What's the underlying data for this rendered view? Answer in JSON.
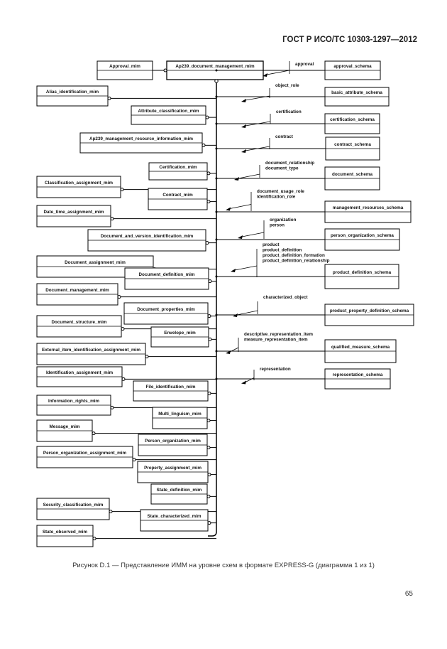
{
  "header": "ГОСТ Р ИСО/ТС 10303-1297—2012",
  "caption": "Рисунок D.1 — Представление ИММ на уровне схем в формате EXPRESS-G (диаграмма 1 из 1)",
  "page_number": "65",
  "main_schema": "Ap239_document_management_mim",
  "approval_mim": "Approval_mim",
  "left_schemas": [
    "Alias_identification_mim",
    "Attribute_classification_mim",
    "Ap239_management_resource_information_mim",
    "Certification_mim",
    "Classification_assignment_mim",
    "Contract_mim",
    "Date_time_assignment_mim",
    "Document_and_version_identification_mim",
    "Document_assignment_mim",
    "Document_definition_mim",
    "Document_management_mim",
    "Document_properties_mim",
    "Document_structure_mim",
    "Envelope_mim",
    "External_item_identification_assignment_mim",
    "Identification_assignment_mim",
    "File_identification_mim",
    "Information_rights_mim",
    "Multi_linguism_mim",
    "Message_mim",
    "Person_organization_mim",
    "Person_organization_assignment_mim",
    "Property_assignment_mim",
    "State_definition_mim",
    "Security_classification_mim",
    "State_characterized_mim",
    "State_observed_mim"
  ],
  "right_schemas": [
    "approval_schema",
    "basic_attribute_schema",
    "certification_schema",
    "contract_schema",
    "document_schema",
    "management_resources_schema",
    "person_organization_schema",
    "product_definition_schema",
    "product_property_definition_schema",
    "qualified_measure_schema",
    "representation_schema"
  ],
  "relation_labels": [
    [
      "approval"
    ],
    [
      "object_role"
    ],
    [
      "certification"
    ],
    [
      "contract"
    ],
    [
      "document_relationship",
      "document_type"
    ],
    [
      "document_usage_role",
      "identification_role"
    ],
    [
      "organization",
      "person"
    ],
    [
      "product",
      "product_definition",
      "product_definition_formation",
      "product_definition_relationship"
    ],
    [
      "characterized_object"
    ],
    [
      "descriptive_representation_item",
      "measure_representation_item"
    ],
    [
      "representation"
    ]
  ]
}
